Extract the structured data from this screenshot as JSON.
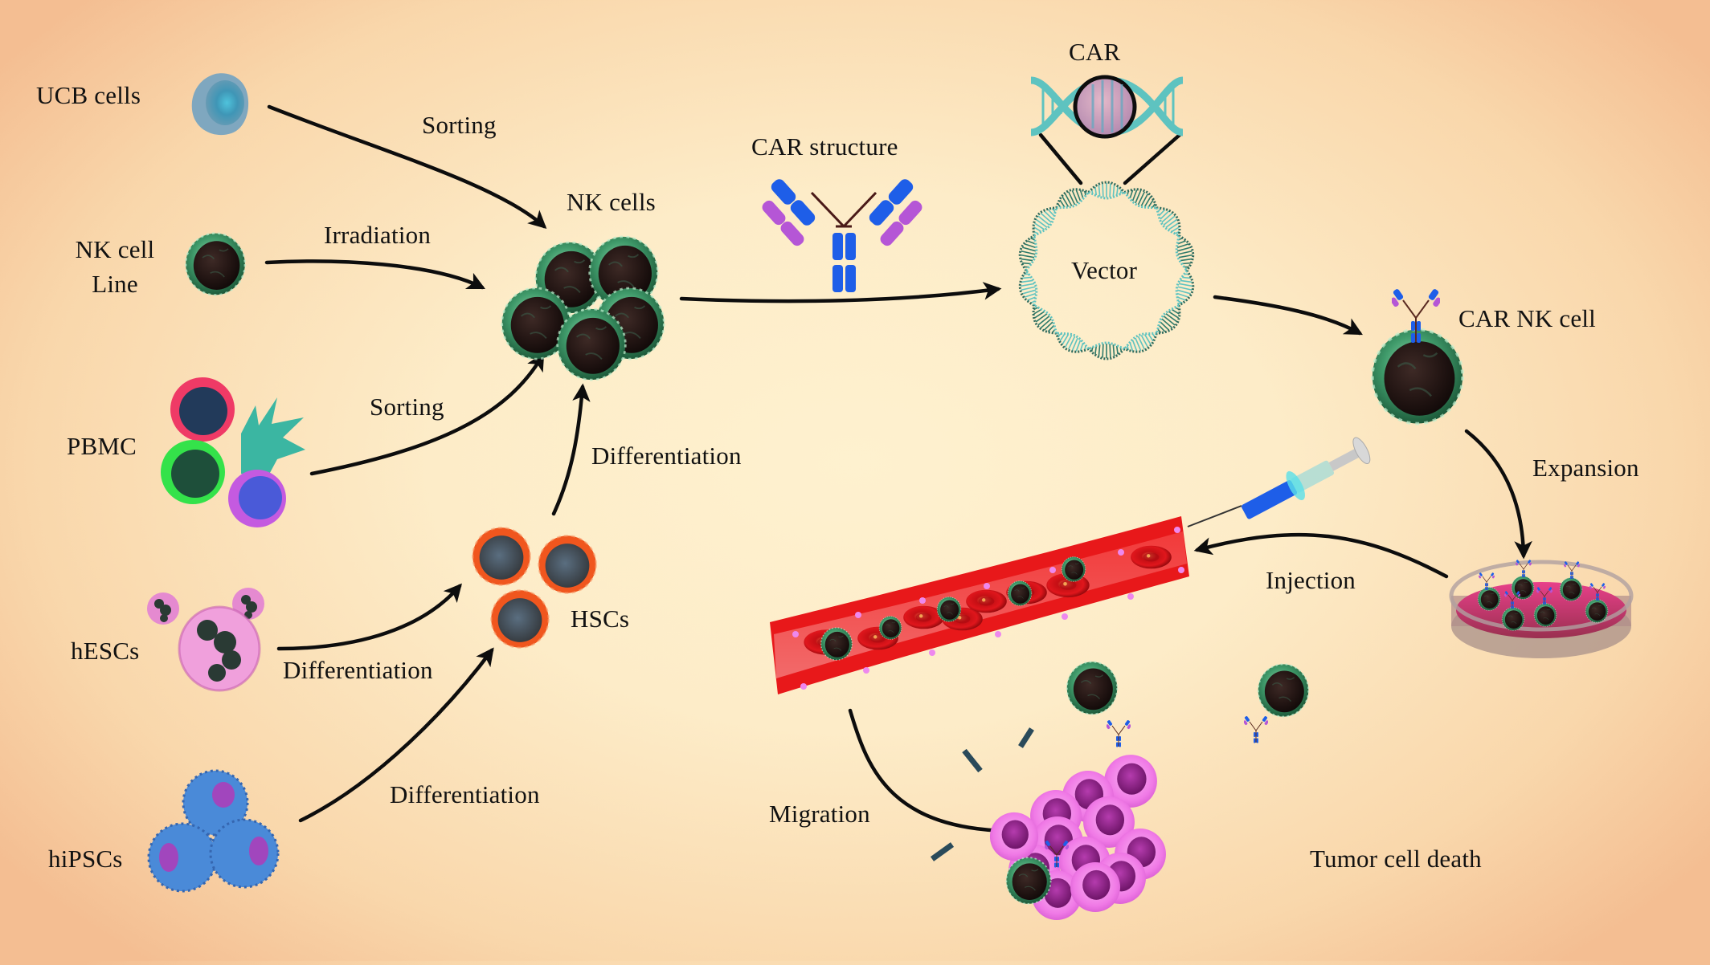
{
  "diagram": {
    "title": "CAR-NK cell generation and therapy workflow",
    "sources": [
      {
        "id": "ucb",
        "label": "UCB cells"
      },
      {
        "id": "nkline",
        "label_line1": "NK cell",
        "label_line2": "Line"
      },
      {
        "id": "pbmc",
        "label": "PBMC"
      },
      {
        "id": "hescs",
        "label": "hESCs"
      },
      {
        "id": "hipscs",
        "label": "hiPSCs"
      }
    ],
    "intermediates": {
      "nk_cells": "NK cells",
      "hscs": "HSCs",
      "car_structure": "CAR structure",
      "car": "CAR",
      "vector": "Vector",
      "car_nk_cell": "CAR NK cell"
    },
    "steps": {
      "ucb_to_nk": "Sorting",
      "nkline_to_nk": "Irradiation",
      "pbmc_to_nk": "Sorting",
      "hsc_to_nk": "Differentiation",
      "hesc_to_hsc": "Differentiation",
      "hipsc_to_hsc": "Differentiation",
      "carnk_to_dish": "Expansion",
      "dish_to_vessel": "Injection",
      "vessel_to_tumor": "Migration"
    },
    "outcome": "Tumor cell death"
  },
  "colors": {
    "bg_center": "#fef1cf",
    "bg_edge": "#f4be92",
    "arrow": "#0d0d0d",
    "nk_membrane": "#3f9a6a",
    "nk_nucleus": "#2a1a18",
    "ucb": "#5a9cb8",
    "hsc_membrane": "#f0561e",
    "hsc_nucleus": "#4a5660",
    "tumor_membrane": "#f07ae6",
    "tumor_nucleus": "#9a2a95",
    "vessel": "#e8181a",
    "rbc": "#d4111a",
    "dna": "#5ec3c0",
    "antibody_heavy": "#1e5ee8",
    "antibody_light": "#b556d6",
    "dish_medium": "#c8326e"
  }
}
